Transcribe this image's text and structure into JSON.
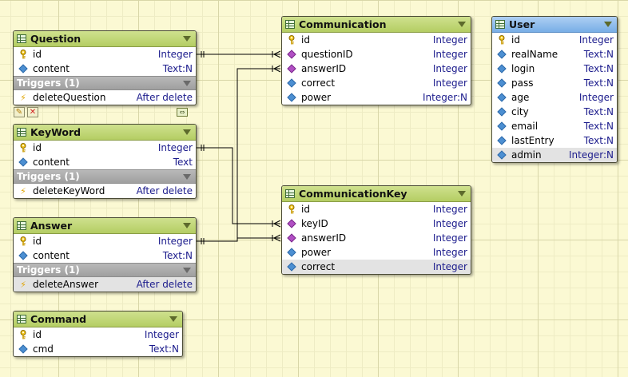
{
  "diagram": {
    "entities": [
      {
        "key": "question",
        "name": "Question",
        "selected": false,
        "fields": [
          {
            "name": "id",
            "type": "Integer",
            "kind": "pk"
          },
          {
            "name": "content",
            "type": "Text:N",
            "kind": "field"
          }
        ],
        "triggers": {
          "label": "Triggers (1)",
          "items": [
            {
              "name": "deleteQuestion",
              "timing": "After delete",
              "hl": false
            }
          ]
        }
      },
      {
        "key": "keyword",
        "name": "KeyWord",
        "selected": false,
        "fields": [
          {
            "name": "id",
            "type": "Integer",
            "kind": "pk"
          },
          {
            "name": "content",
            "type": "Text",
            "kind": "field"
          }
        ],
        "triggers": {
          "label": "Triggers (1)",
          "items": [
            {
              "name": "deleteKeyWord",
              "timing": "After delete",
              "hl": false
            }
          ]
        }
      },
      {
        "key": "answer",
        "name": "Answer",
        "selected": false,
        "fields": [
          {
            "name": "id",
            "type": "Integer",
            "kind": "pk"
          },
          {
            "name": "content",
            "type": "Text:N",
            "kind": "field"
          }
        ],
        "triggers": {
          "label": "Triggers (1)",
          "items": [
            {
              "name": "deleteAnswer",
              "timing": "After delete",
              "hl": true
            }
          ]
        }
      },
      {
        "key": "command",
        "name": "Command",
        "selected": false,
        "fields": [
          {
            "name": "id",
            "type": "Integer",
            "kind": "pk"
          },
          {
            "name": "cmd",
            "type": "Text:N",
            "kind": "field"
          }
        ]
      },
      {
        "key": "communication",
        "name": "Communication",
        "selected": false,
        "fields": [
          {
            "name": "id",
            "type": "Integer",
            "kind": "pk"
          },
          {
            "name": "questionID",
            "type": "Integer",
            "kind": "fk"
          },
          {
            "name": "answerID",
            "type": "Integer",
            "kind": "fk"
          },
          {
            "name": "correct",
            "type": "Integer",
            "kind": "field"
          },
          {
            "name": "power",
            "type": "Integer:N",
            "kind": "field"
          }
        ]
      },
      {
        "key": "communicationkey",
        "name": "CommunicationKey",
        "selected": false,
        "fields": [
          {
            "name": "id",
            "type": "Integer",
            "kind": "pk"
          },
          {
            "name": "keyID",
            "type": "Integer",
            "kind": "fk"
          },
          {
            "name": "answerID",
            "type": "Integer",
            "kind": "fk"
          },
          {
            "name": "power",
            "type": "Integer",
            "kind": "field"
          },
          {
            "name": "correct",
            "type": "Integer",
            "kind": "field",
            "hl": true
          }
        ]
      },
      {
        "key": "user",
        "name": "User",
        "selected": true,
        "fields": [
          {
            "name": "id",
            "type": "Integer",
            "kind": "pk"
          },
          {
            "name": "realName",
            "type": "Text:N",
            "kind": "field"
          },
          {
            "name": "login",
            "type": "Text:N",
            "kind": "field"
          },
          {
            "name": "pass",
            "type": "Text:N",
            "kind": "field"
          },
          {
            "name": "age",
            "type": "Integer",
            "kind": "field"
          },
          {
            "name": "city",
            "type": "Text:N",
            "kind": "field"
          },
          {
            "name": "email",
            "type": "Text:N",
            "kind": "field"
          },
          {
            "name": "lastEntry",
            "type": "Text:N",
            "kind": "field"
          },
          {
            "name": "admin",
            "type": "Integer:N",
            "kind": "field",
            "hl": true
          }
        ]
      }
    ],
    "relations": [
      {
        "from": "question.id",
        "to": "communication.questionID",
        "cardinality": "one-to-many"
      },
      {
        "from": "answer.id",
        "to": "communication.answerID",
        "cardinality": "one-to-many"
      },
      {
        "from": "keyword.id",
        "to": "communicationkey.keyID",
        "cardinality": "one-to-many"
      },
      {
        "from": "answer.id",
        "to": "communicationkey.answerID",
        "cardinality": "one-to-many"
      }
    ],
    "colors": {
      "header": "#bcd36e",
      "header_selected": "#8ebde9",
      "canvas": "#fbf9d3",
      "type_text": "#1b1b8c",
      "trigger_bar": "#a8a8a8"
    }
  }
}
